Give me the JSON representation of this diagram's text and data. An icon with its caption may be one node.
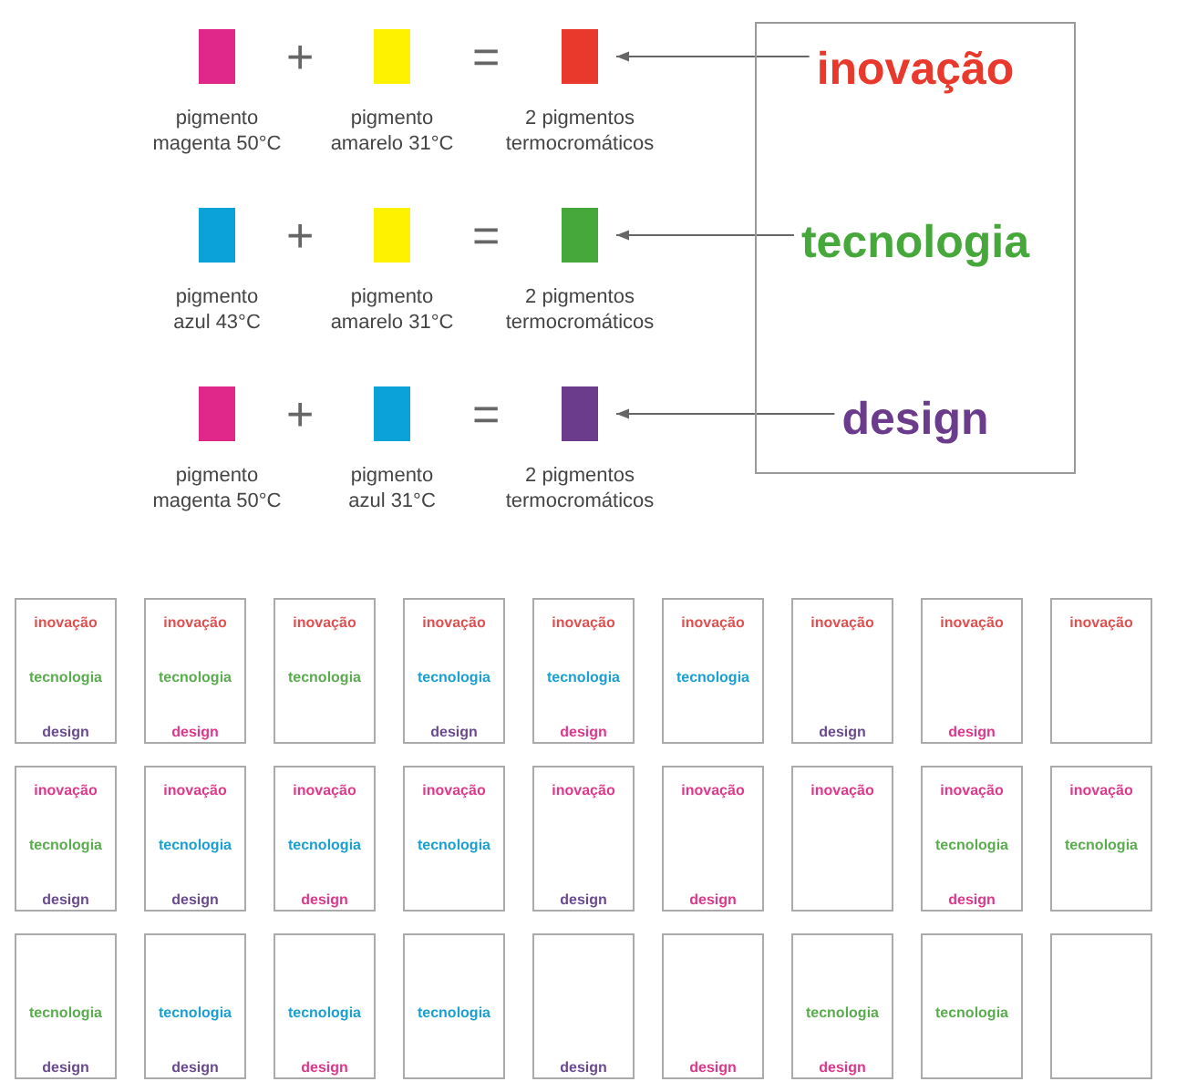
{
  "diagram": {
    "nodes": [
      {
        "text": [
          "pigmento magenta 50°C"
        ]
      },
      {
        "text": [
          "pigmento amarelo 31°C"
        ]
      },
      {
        "text": [
          "2 pigmentos termocromáticos"
        ]
      },
      {
        "text": [
          "pigmento azul 43°C"
        ]
      },
      {
        "text": [
          "pigmento amarelo 31°C"
        ]
      },
      {
        "text": [
          "2 pigmentos termocromáticos"
        ]
      },
      {
        "text": [
          "pigmento magenta 50°C"
        ]
      },
      {
        "text": [
          "pigmento azul 31°C"
        ]
      },
      {
        "text": [
          "2 pigmentos termocromáticos"
        ]
      },
      {
        "text": [],
        "shape": "box"
      },
      {
        "text": [
          "inovação"
        ],
        "in": 9
      },
      {
        "text": [
          "tecnologia"
        ],
        "in": 9
      },
      {
        "text": [
          "design"
        ],
        "in": 9
      },
      {
        "text": [
          "inovação",
          "tecnologia",
          "design"
        ]
      },
      {
        "text": [
          "inovação",
          "tecnologia",
          "design"
        ]
      },
      {
        "text": [
          "inovação",
          "tecnologia"
        ]
      },
      {
        "text": [
          "inovação",
          "tecnologia",
          "design"
        ]
      },
      {
        "text": [
          "inovação",
          "tecnologia",
          "design"
        ]
      },
      {
        "text": [
          "inovação",
          "tecnologia"
        ]
      },
      {
        "text": [
          "inovação",
          "design"
        ]
      },
      {
        "text": [
          "inovação",
          "design"
        ]
      },
      {
        "text": [
          "inovação"
        ]
      },
      {
        "text": [
          "inovação",
          "tecnologia",
          "design"
        ]
      },
      {
        "text": [
          "inovação",
          "tecnologia",
          "design"
        ]
      },
      {
        "text": [
          "inovação",
          "tecnologia",
          "design"
        ]
      },
      {
        "text": [
          "inovação",
          "tecnologia"
        ]
      },
      {
        "text": [
          "inovação",
          "design"
        ]
      },
      {
        "text": [
          "inovação",
          "design"
        ]
      },
      {
        "text": [
          "inovação"
        ]
      },
      {
        "text": [
          "inovação",
          "tecnologia",
          "design"
        ]
      },
      {
        "text": [
          "inovação",
          "tecnologia"
        ]
      },
      {
        "text": [
          "tecnologia",
          "design"
        ]
      },
      {
        "text": [
          "tecnologia",
          "design"
        ]
      },
      {
        "text": [
          "tecnologia",
          "design"
        ]
      },
      {
        "text": [
          "tecnologia"
        ]
      },
      {
        "text": [
          "design"
        ]
      },
      {
        "text": [
          "design"
        ]
      },
      {
        "text": [
          "tecnologia",
          "design"
        ]
      },
      {
        "text": [
          "tecnologia"
        ]
      },
      {
        "text": [],
        "shape": "box"
      }
    ],
    "edges": [
      {
        "from": 10,
        "to": 2,
        "arrow": "to"
      },
      {
        "from": 11,
        "to": 5,
        "arrow": "to"
      },
      {
        "from": 12,
        "to": 8,
        "arrow": "to"
      }
    ],
    "labels": [
      "+",
      "=",
      "+",
      "=",
      "+",
      "="
    ]
  }
}
